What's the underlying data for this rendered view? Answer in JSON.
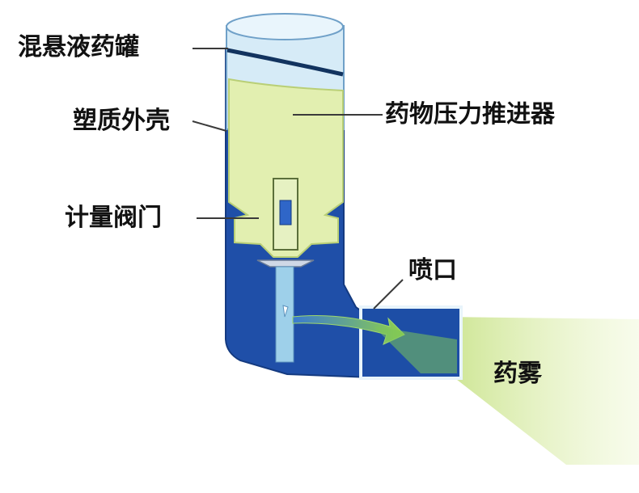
{
  "labels": {
    "canister": "混悬液药罐",
    "shell": "塑质外壳",
    "propellant": "药物压力推进器",
    "valve": "计量阀门",
    "nozzle": "喷口",
    "mist": "药雾"
  },
  "colors": {
    "shell_blue": "#1f4fa8",
    "canister_glass": "#d6ebf7",
    "liquid_green": "#e2efb0",
    "mist_green": "#d8eaa2",
    "arrow_green": "#8fd14a",
    "stem_blue": "#9ed0ea"
  }
}
